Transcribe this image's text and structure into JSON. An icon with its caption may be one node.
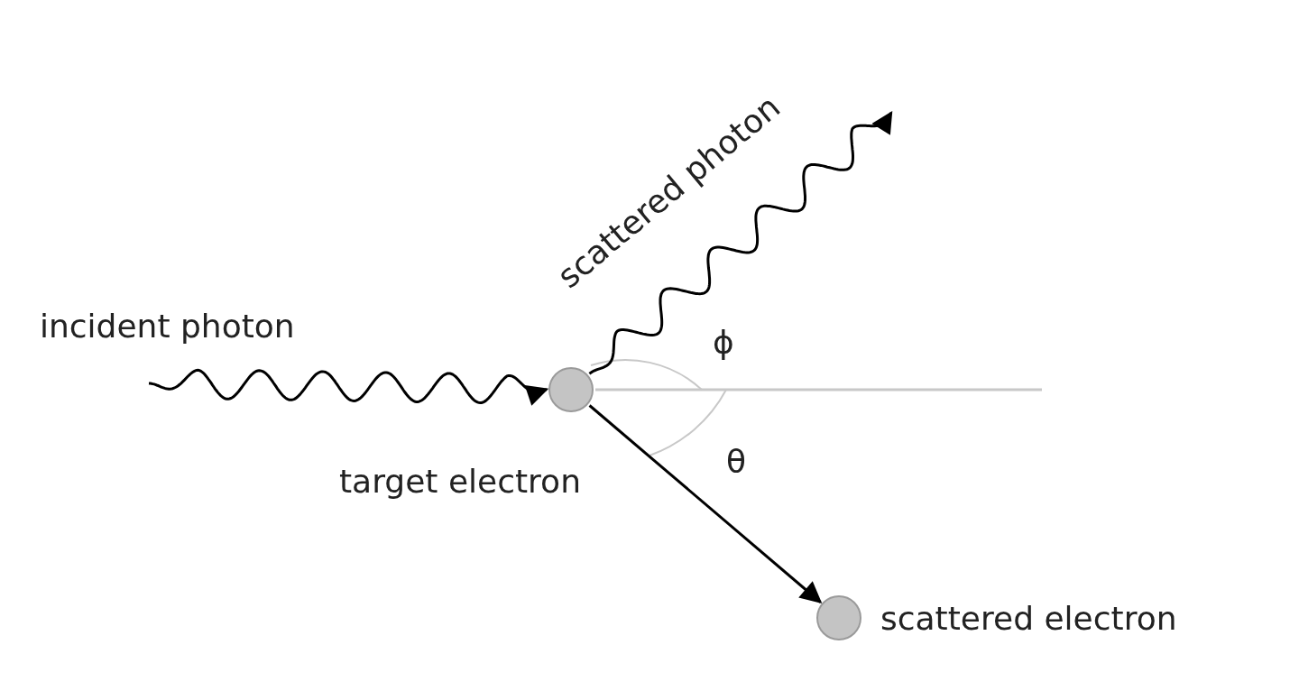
{
  "diagram": {
    "nodes": [
      {
        "text": [],
        "shape": "circle",
        "beside": [
          "target electron"
        ]
      },
      {
        "text": [],
        "shape": "circle",
        "beside": [
          "scattered electron"
        ]
      }
    ],
    "edges": [
      {
        "from": null,
        "to": 0,
        "arrow": "to",
        "label": "incident photon"
      },
      {
        "from": 0,
        "to": null,
        "arrow": "to",
        "label": "scattered photon"
      },
      {
        "from": 0,
        "to": 1,
        "arrow": "to"
      }
    ],
    "labels": [
      "ϕ",
      "θ"
    ]
  }
}
